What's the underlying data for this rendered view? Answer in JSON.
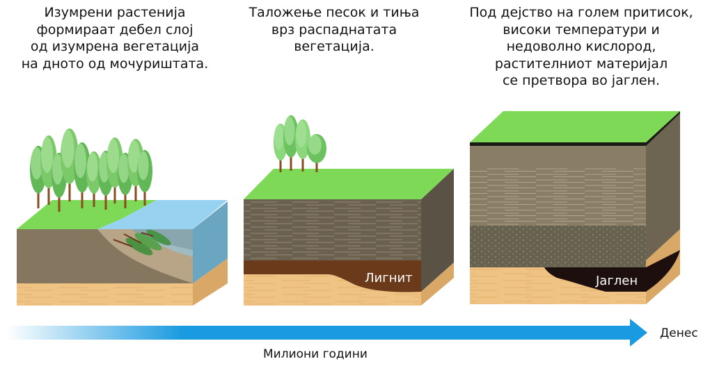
{
  "stages": [
    {
      "id": "swamp",
      "caption": "Изумрени растенија\nформираат дебел слој\nод изумрена вегетација\nна дното од мочуриштата."
    },
    {
      "id": "lignite",
      "caption": "Таложење песок и тиња\nврз распаднатата\nвегетација.",
      "layer_label": "Лигнит"
    },
    {
      "id": "coal",
      "caption": "Под дејство на голем притисок,\nвисоки температури и\nнедоволно кислород,\nрастителниот материјал\nсе претвора во јаглен.",
      "layer_label": "Јаглен"
    }
  ],
  "timeline": {
    "end_label": "Денес",
    "axis_label": "Милиони години",
    "arrow_color": "#1a9ae0"
  },
  "colors": {
    "grass": "#7ed957",
    "water": "#8dcdf0",
    "mud": "#857660",
    "sand": "#efc383",
    "strata": "#6e6452",
    "lignite": "#6b3a1a",
    "coal": "#1e0f0f"
  }
}
